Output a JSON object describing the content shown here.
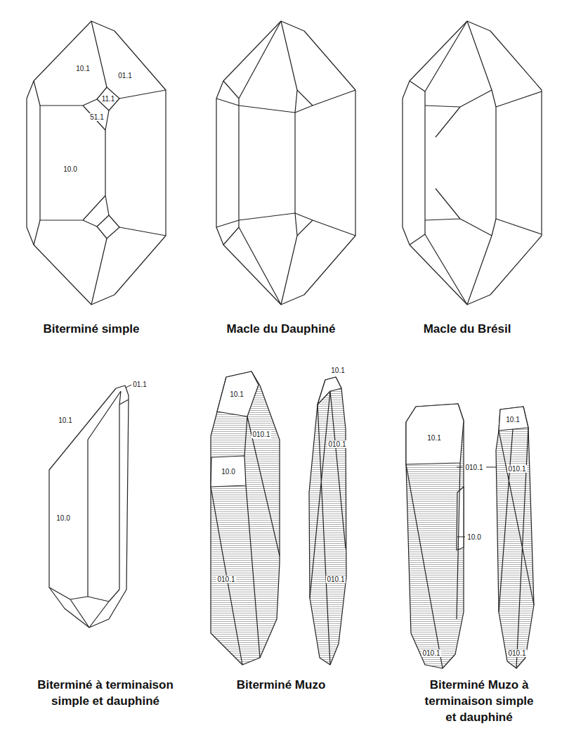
{
  "diagram": {
    "labels": [
      "10.1",
      "01.1",
      "11.1",
      "51.1",
      "10.0",
      "Biterminé simple",
      "Macle du Dauphiné",
      "Macle du Brésil",
      "01.1",
      "10.1",
      "10.0",
      "10.1",
      "010.1",
      "10.0",
      "010.1",
      "10.1",
      "010.1",
      "010.1",
      "10.1",
      "010.1",
      "10.0",
      "010.1",
      "10.1",
      "010.1",
      "010.1",
      "Biterminé à terminaison simple et dauphiné",
      "Biterminé Muzo",
      "Biterminé Muzo à terminaison simple et dauphiné"
    ]
  }
}
